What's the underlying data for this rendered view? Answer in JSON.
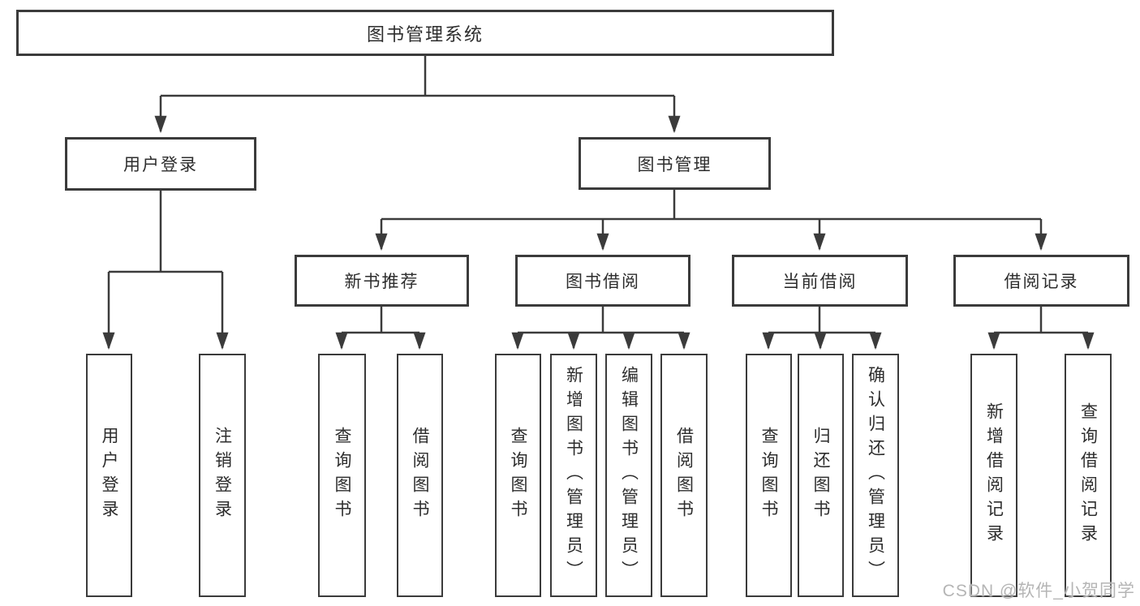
{
  "diagram": {
    "type": "hierarchy-tree",
    "root": {
      "label": "图书管理系统",
      "children": [
        {
          "label": "用户登录",
          "children": [
            {
              "label": "用户登录"
            },
            {
              "label": "注销登录"
            }
          ]
        },
        {
          "label": "图书管理",
          "children": [
            {
              "label": "新书推荐",
              "children": [
                {
                  "label": "查询图书"
                },
                {
                  "label": "借阅图书"
                }
              ]
            },
            {
              "label": "图书借阅",
              "children": [
                {
                  "label": "查询图书"
                },
                {
                  "label": "新增图书（管理员）"
                },
                {
                  "label": "编辑图书（管理员）"
                },
                {
                  "label": "借阅图书"
                }
              ]
            },
            {
              "label": "当前借阅",
              "children": [
                {
                  "label": "查询图书"
                },
                {
                  "label": "归还图书"
                },
                {
                  "label": "确认归还（管理员）"
                }
              ]
            },
            {
              "label": "借阅记录",
              "children": [
                {
                  "label": "新增借阅记录"
                },
                {
                  "label": "查询借阅记录"
                }
              ]
            }
          ]
        }
      ]
    },
    "watermark": "CSDN @软件_小贺同学",
    "colors": {
      "line": "#3b3b3b",
      "box_border": "#3b3b3b",
      "box_background": "#ffffff",
      "text": "#2d2d2d",
      "watermark": "#b5b5b5"
    }
  }
}
